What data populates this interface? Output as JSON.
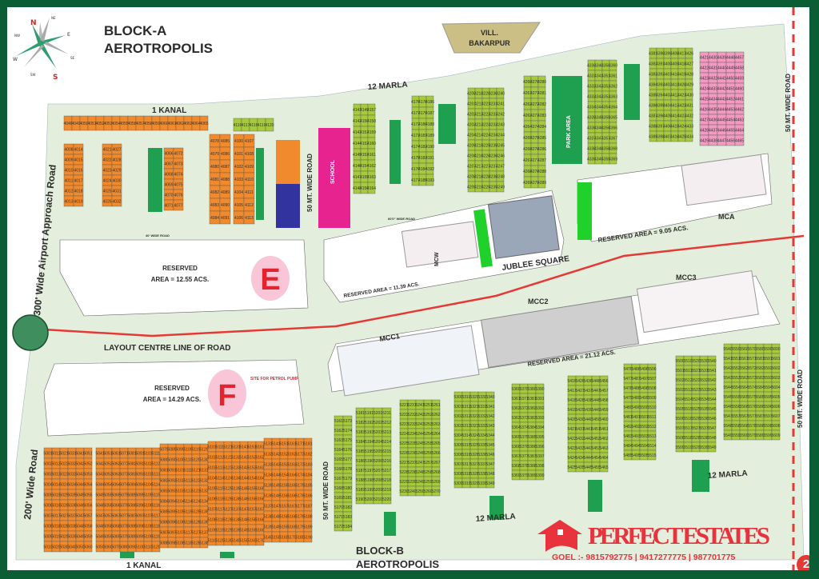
{
  "title": {
    "line1": "BLOCK-A",
    "line2": "AEROTROPOLIS"
  },
  "footer_title": {
    "line1": "BLOCK-B",
    "line2": "AEROTROPOLIS"
  },
  "compass": {
    "n": "N",
    "s": "S",
    "e": "E",
    "w": "W",
    "ne": "NE",
    "nw": "NW",
    "se": "SE",
    "sw": "SW"
  },
  "village": {
    "line1": "VILL.",
    "line2": "BAKARPUR"
  },
  "roads": {
    "airport_approach": "300' Wide Airport Approach Road",
    "wide_200": "200' Wide Road",
    "mt50_a": "50 MT. WIDE ROAD",
    "mt50_b": "50 MT. WIDE ROAD",
    "mt50_c": "50 MT. WIDE ROAD",
    "mt50_d": "50 MT. WIDE ROAD",
    "centre_line": "LAYOUT CENTRE LINE OF ROAD",
    "r40": "40' WIDE ROAD",
    "r60": "60'0\" WIDE ROAD"
  },
  "categories": {
    "kanal_top": "1 KANAL",
    "kanal_bottom": "1 KANAL",
    "marla_top": "12 MARLA",
    "marla_bottom": "12 MARLA",
    "marla_right": "12 MARLA"
  },
  "sites": {
    "school": "SCHOOL",
    "park": "PARK AREA",
    "petrol_pump": "SITE FOR PETROL PUMP",
    "mcw": "MCW",
    "jublee": "JUBLEE SQUARE",
    "mca": "MCA",
    "mcc1": "MCC1",
    "mcc2": "MCC2",
    "mcc3": "MCC3"
  },
  "reserved": {
    "e": {
      "letter": "E",
      "line1": "RESERVED",
      "line2": "AREA = 12.55 ACS."
    },
    "f": {
      "letter": "F",
      "line1": "RESERVED",
      "line2": "AREA = 14.29 ACS."
    },
    "jublee_area": "RESERVED AREA = 11.39 ACS.",
    "mca_area": "RESERVED AREA = 9.05 ACS.",
    "mcc_area": "RESERVED AREA = 21.12 ACS."
  },
  "plot_blocks": [
    {
      "start": 4048,
      "color": "#f08a2c"
    },
    {
      "start": 4008,
      "color": "#f08a2c"
    },
    {
      "start": 4021,
      "color": "#f08a2c"
    },
    {
      "start": 4066,
      "color": "#f08a2c"
    },
    {
      "start": 4078,
      "color": "#f08a2c"
    },
    {
      "start": 4100,
      "color": "#f08a2c"
    },
    {
      "start": 4116,
      "color": "#a6ca3e"
    },
    {
      "start": 4141,
      "color": "#a6ca3e"
    },
    {
      "start": 4170,
      "color": "#a6ca3e"
    },
    {
      "start": 4200,
      "color": "#a6ca3e"
    },
    {
      "start": 4260,
      "color": "#a6ca3e"
    },
    {
      "start": 4330,
      "color": "#a6ca3e"
    },
    {
      "start": 4381,
      "color": "#a6ca3e"
    },
    {
      "start": 4421,
      "color": "#f29ac2"
    },
    {
      "start": 5161,
      "color": "#a6ca3e"
    },
    {
      "start": 5181,
      "color": "#a6ca3e"
    },
    {
      "start": 5221,
      "color": "#a6ca3e"
    },
    {
      "start": 5300,
      "color": "#a6ca3e"
    },
    {
      "start": 5360,
      "color": "#a6ca3e"
    },
    {
      "start": 5416,
      "color": "#a6ca3e"
    },
    {
      "start": 5476,
      "color": "#a6ca3e"
    },
    {
      "start": 5500,
      "color": "#a6ca3e"
    },
    {
      "start": 5540,
      "color": "#a6ca3e"
    },
    {
      "start": 5001,
      "color": "#f08a2c"
    },
    {
      "start": 5041,
      "color": "#f08a2c"
    },
    {
      "start": 5079,
      "color": "#f08a2c"
    },
    {
      "start": 5101,
      "color": "#f08a2c"
    },
    {
      "start": 5131,
      "color": "#f08a2c"
    }
  ],
  "brand": {
    "name": "PERFECT ESTATES",
    "contact": "GOEL :- 9815792775 | 9417277775 | 987701775",
    "color": "#e8323c"
  },
  "page_number": "2",
  "colors": {
    "frame": "#0b5e34",
    "land": "#e3efdc",
    "centre_line": "#e53935",
    "park": "#1fa050",
    "school": "#e6238f"
  }
}
